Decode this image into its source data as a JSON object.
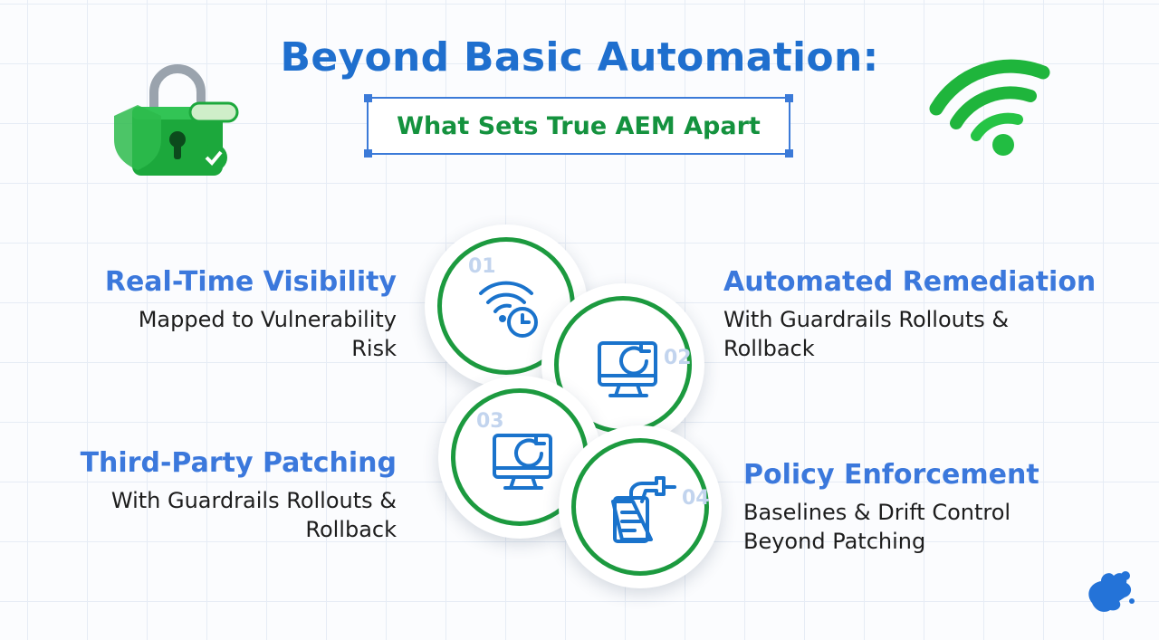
{
  "header": {
    "title": "Beyond Basic Automation:",
    "subtitle": "What Sets True AEM Apart"
  },
  "features": [
    {
      "number": "01",
      "title": "Real-Time Visibility",
      "desc_lines": [
        "Mapped to Vulnerability",
        "Risk"
      ],
      "icon": "wifi-clock-icon"
    },
    {
      "number": "02",
      "title": "Automated Remediation",
      "desc_lines": [
        "With Guardrails Rollouts &",
        "Rollback"
      ],
      "icon": "monitor-refresh-icon"
    },
    {
      "number": "03",
      "title": "Third-Party Patching",
      "desc_lines": [
        "With Guardrails Rollouts &",
        "Rollback"
      ],
      "icon": "monitor-refresh-icon"
    },
    {
      "number": "04",
      "title": "Policy Enforcement",
      "desc_lines": [
        "Baselines & Drift Control",
        "Beyond Patching"
      ],
      "icon": "hand-document-icon"
    }
  ],
  "decorations": {
    "left": "padlock-icon",
    "right": "wifi-signal-icon",
    "logo": "splashtop-logo-icon"
  },
  "colors": {
    "title_blue": "#1f6fce",
    "subtitle_green": "#14923e",
    "feature_title_blue": "#3b78dc",
    "ring_green": "#1c9a3f",
    "icon_blue": "#1a73cc"
  }
}
